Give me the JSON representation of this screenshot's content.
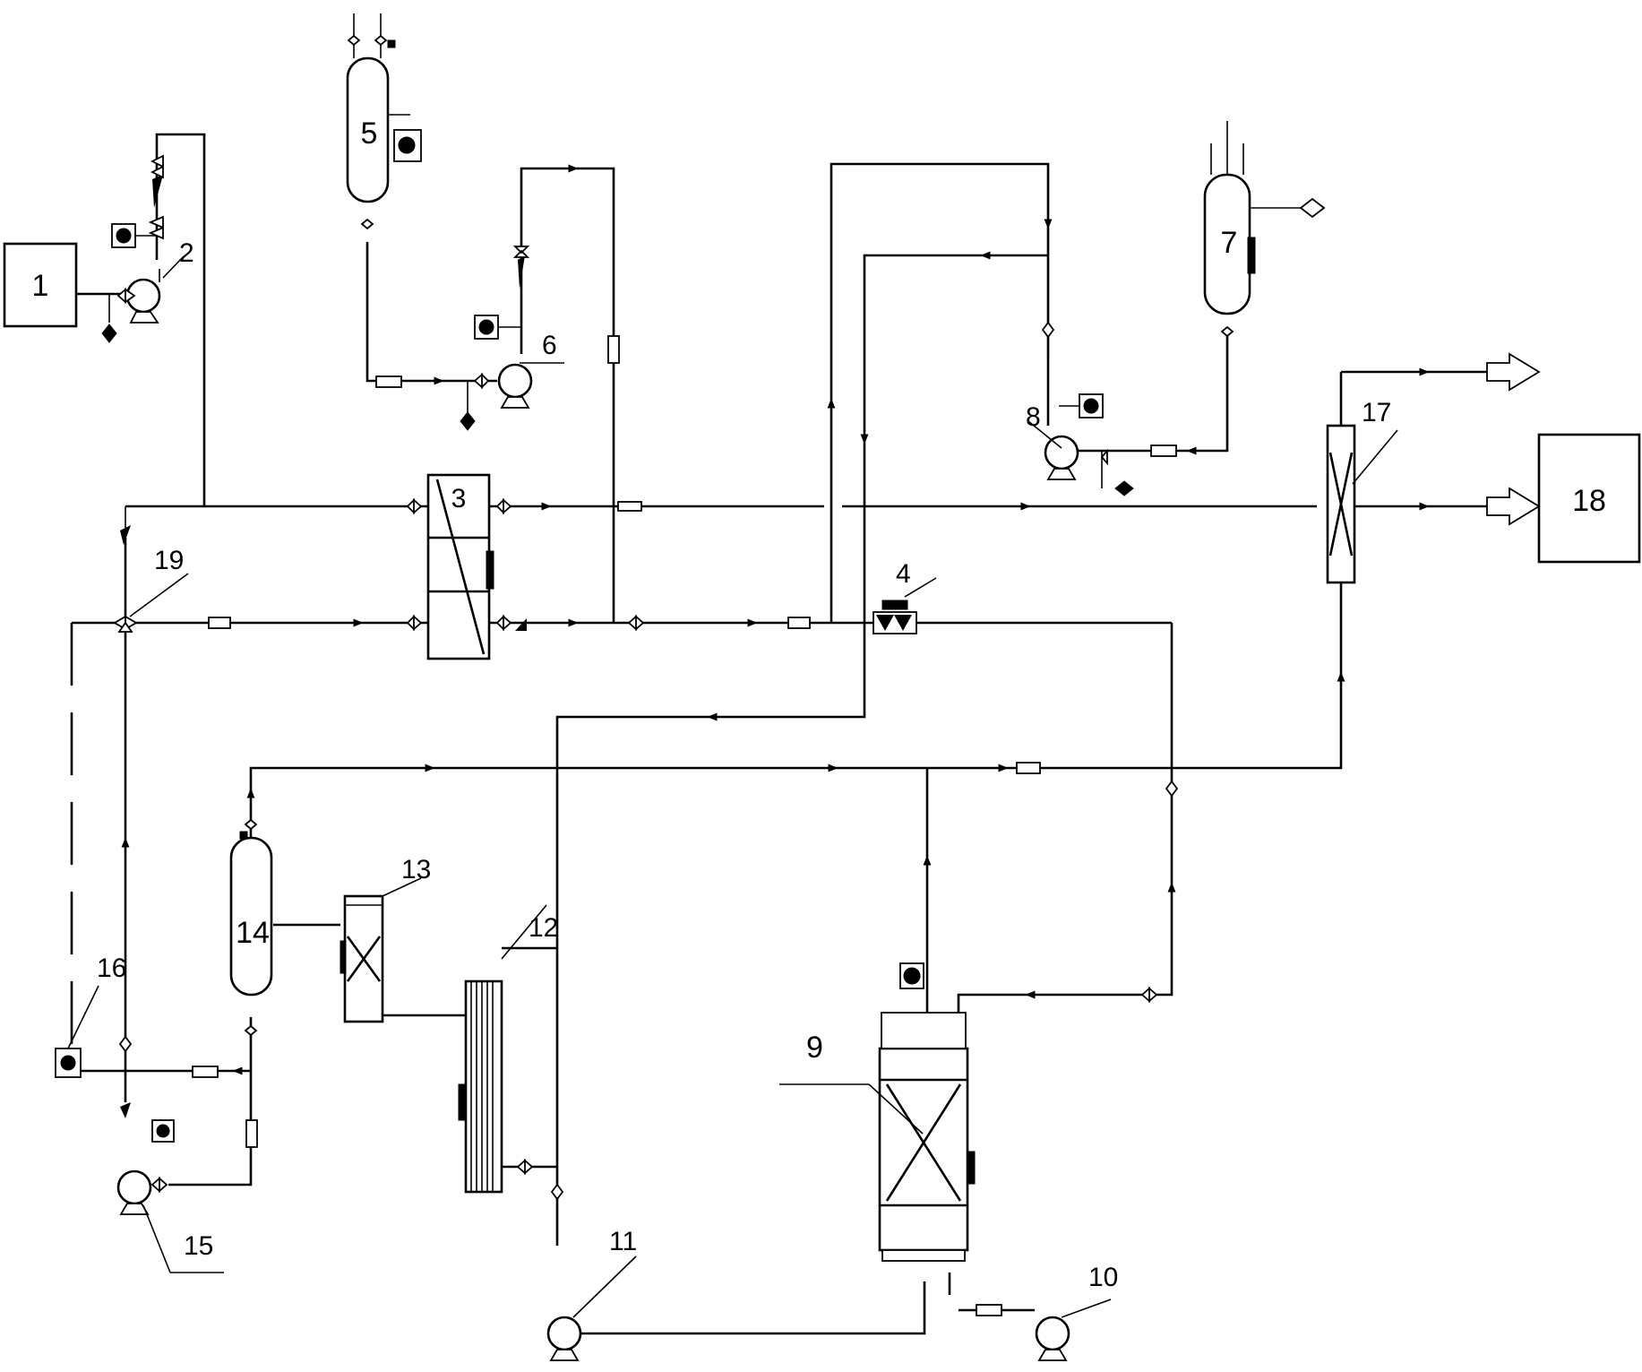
{
  "diagram": {
    "equipment": [
      {
        "id": "1",
        "label": "1"
      },
      {
        "id": "2",
        "label": "2"
      },
      {
        "id": "3",
        "label": "3"
      },
      {
        "id": "4",
        "label": "4"
      },
      {
        "id": "5",
        "label": "5"
      },
      {
        "id": "6",
        "label": "6"
      },
      {
        "id": "7",
        "label": "7"
      },
      {
        "id": "8",
        "label": "8"
      },
      {
        "id": "9",
        "label": "9"
      },
      {
        "id": "10",
        "label": "10"
      },
      {
        "id": "11",
        "label": "11"
      },
      {
        "id": "12",
        "label": "12"
      },
      {
        "id": "13",
        "label": "13"
      },
      {
        "id": "14",
        "label": "14"
      },
      {
        "id": "15",
        "label": "15"
      },
      {
        "id": "16",
        "label": "16"
      },
      {
        "id": "17",
        "label": "17"
      },
      {
        "id": "18",
        "label": "18"
      },
      {
        "id": "19",
        "label": "19"
      }
    ],
    "icons": [
      "pump-icon",
      "valve-icon",
      "check-valve-icon",
      "filter-icon",
      "instrument-icon",
      "flow-arrow-icon",
      "output-arrow-icon"
    ]
  }
}
